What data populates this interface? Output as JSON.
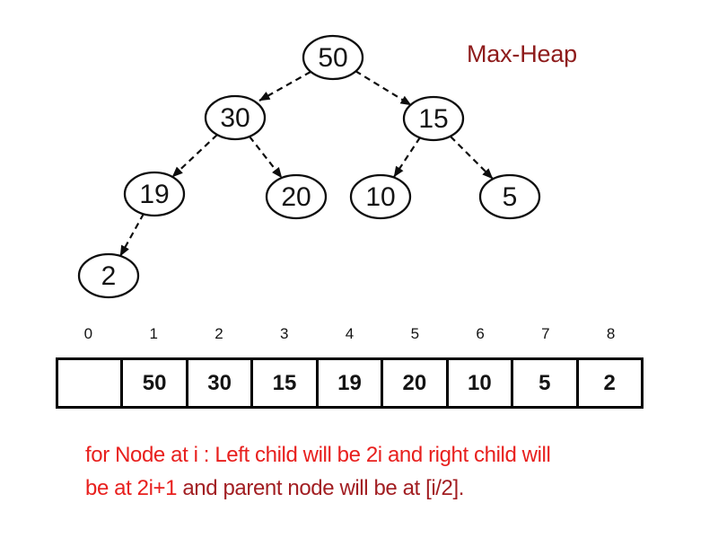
{
  "title": "Max-Heap",
  "colors": {
    "bright_red": "#E8201E",
    "dark_red": "#A21E22",
    "title_red": "#8E1B1B",
    "stroke_black": "#0d0d0d"
  },
  "tree": {
    "nodes": [
      {
        "label": "50"
      },
      {
        "label": "30"
      },
      {
        "label": "15"
      },
      {
        "label": "19"
      },
      {
        "label": "20"
      },
      {
        "label": "10"
      },
      {
        "label": "5"
      },
      {
        "label": "2"
      }
    ],
    "edges": [
      "50-30",
      "50-15",
      "30-19",
      "30-20",
      "15-10",
      "15-5",
      "19-2"
    ]
  },
  "array": {
    "indices": [
      "0",
      "1",
      "2",
      "3",
      "4",
      "5",
      "6",
      "7",
      "8"
    ],
    "cells": [
      "",
      "50",
      "30",
      "15",
      "19",
      "20",
      "10",
      "5",
      "2"
    ]
  },
  "note": {
    "line1": "for Node at i : Left child will be 2i and right child will",
    "line2_bright": "be at 2i+1 ",
    "line2_dark": "and parent node will be at [i/2]."
  }
}
